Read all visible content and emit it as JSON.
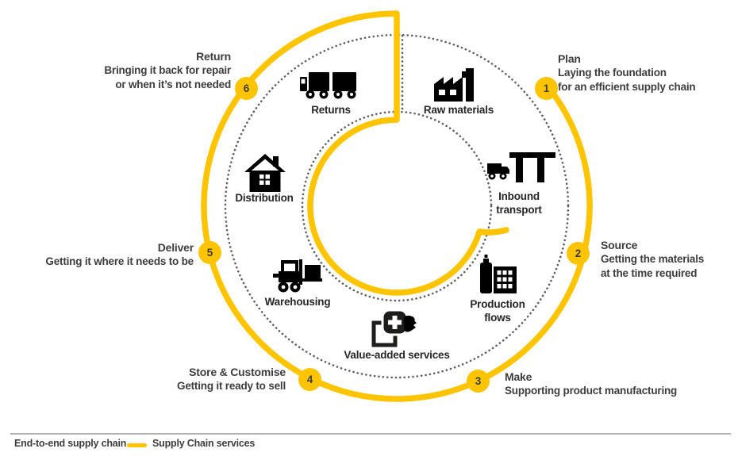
{
  "figure": {
    "title": "Supply chain services cycle diagram",
    "type": "circular-process-diagram"
  },
  "colors": {
    "accent": "#FFC400",
    "text": "#3D3D3D",
    "icon": "#1D1D1B",
    "dots": "#5F5F5F",
    "divider": "#B2B2B2"
  },
  "stages": [
    {
      "number": "1",
      "title": "Plan",
      "lines": [
        "Laying the foundation",
        "for an efficient supply chain"
      ]
    },
    {
      "number": "2",
      "title": "Source",
      "lines": [
        "Getting the materials",
        "at the time required"
      ]
    },
    {
      "number": "3",
      "title": "Make",
      "lines": [
        "Supporting product manufacturing"
      ]
    },
    {
      "number": "4",
      "title": "Store & Customise",
      "lines": [
        "Getting it ready to sell"
      ]
    },
    {
      "number": "5",
      "title": "Deliver",
      "lines": [
        "Getting it where it needs to be"
      ]
    },
    {
      "number": "6",
      "title": "Return",
      "lines": [
        "Bringing it back for repair",
        "or when it’s not needed"
      ]
    }
  ],
  "ring_items": [
    {
      "icon": "trucks-icon",
      "label": "Returns"
    },
    {
      "icon": "factory-icon",
      "label": "Raw materials"
    },
    {
      "icon": "house-icon",
      "label": "Distribution"
    },
    {
      "icon": "truck-dock-icon",
      "label": "Inbound",
      "label2": "transport"
    },
    {
      "icon": "forklift-icon",
      "label": "Warehousing"
    },
    {
      "icon": "canister-building-icon",
      "label": "Production",
      "label2": "flows"
    },
    {
      "icon": "box-plus-hand-icon",
      "label": "Value-added services"
    }
  ],
  "legend": {
    "end_to_end": "End-to-end supply chain",
    "services": "Supply Chain services"
  }
}
